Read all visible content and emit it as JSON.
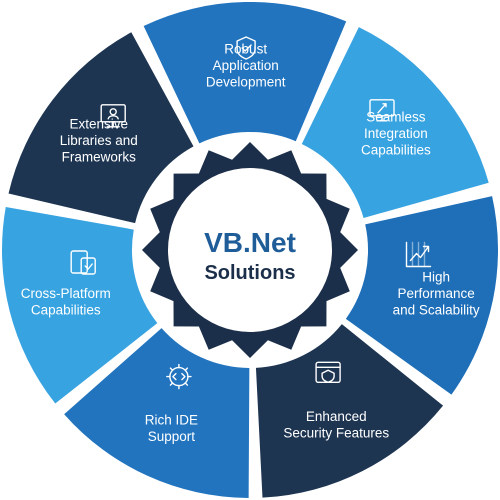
{
  "center": {
    "title": "VB.Net",
    "subtitle": "Solutions"
  },
  "segments": [
    {
      "lines": [
        "Robust",
        "Application",
        "Development"
      ],
      "color": "#2274bf",
      "icon": "shield-check-icon"
    },
    {
      "lines": [
        "Seamless",
        "Integration",
        "Capabilities"
      ],
      "color": "#38a3e1",
      "icon": "monitor-rocket-icon"
    },
    {
      "lines": [
        "High",
        "Performance",
        "and Scalability"
      ],
      "color": "#1f6fb8",
      "icon": "growth-chart-icon"
    },
    {
      "lines": [
        "Enhanced",
        "Security Features"
      ],
      "color": "#1e3552",
      "icon": "browser-shield-icon"
    },
    {
      "lines": [
        "Rich IDE",
        "Support"
      ],
      "color": "#2274bf",
      "icon": "gear-code-icon"
    },
    {
      "lines": [
        "Cross-Platform",
        "Capabilities"
      ],
      "color": "#38a3e1",
      "icon": "devices-icon"
    },
    {
      "lines": [
        "Extensive",
        "Libraries and",
        "Frameworks"
      ],
      "color": "#1e3552",
      "icon": "library-monitor-icon"
    }
  ],
  "colors": {
    "center_ring": "#1c2f4a",
    "center_fill": "#ffffff",
    "title": "#1f5d99",
    "subtitle": "#1c2f4a"
  }
}
